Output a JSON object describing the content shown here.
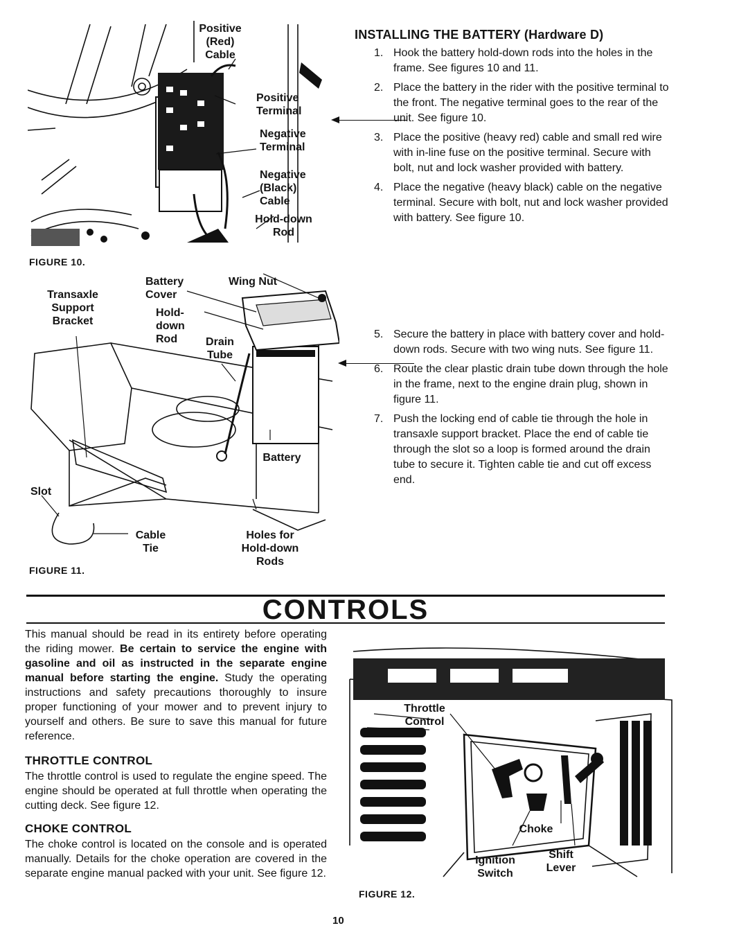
{
  "figure10": {
    "caption": "FIGURE 10.",
    "labels": {
      "positive_red_cable": "Positive (Red) Cable",
      "positive_terminal": "Positive Terminal",
      "negative_terminal": "Negative Terminal",
      "negative_black_cable": "Negative (Black) Cable",
      "hold_down_rod": "Hold-down Rod"
    }
  },
  "figure11": {
    "caption": "FIGURE 11.",
    "labels": {
      "transaxle_support_bracket": "Transaxle Support Bracket",
      "battery_cover": "Battery Cover",
      "wing_nut": "Wing Nut",
      "hold_down_rod": "Hold- down Rod",
      "drain_tube": "Drain Tube",
      "battery": "Battery",
      "slot": "Slot",
      "cable_tie": "Cable Tie",
      "holes_for_hold_down_rods": "Holes for Hold-down Rods"
    }
  },
  "installing": {
    "title": "INSTALLING THE BATTERY (Hardware D)",
    "steps": [
      {
        "num": "1.",
        "text": "Hook the battery hold-down rods into the holes in the frame. See figures 10 and 11."
      },
      {
        "num": "2.",
        "text": "Place the battery in the rider with the positive terminal to the front. The negative terminal goes to the rear of the unit. See figure 10."
      },
      {
        "num": "3.",
        "text": "Place the positive (heavy red) cable and small red wire with in-line fuse on the positive terminal. Secure with bolt, nut and lock washer provided with battery."
      },
      {
        "num": "4.",
        "text": "Place the negative (heavy black) cable on the negative terminal. Secure with bolt, nut and lock washer provided with battery. See figure 10."
      },
      {
        "num": "5.",
        "text": "Secure the battery in place with battery cover and hold-down rods. Secure with two wing nuts. See figure 11."
      },
      {
        "num": "6.",
        "text": "Route the clear plastic drain tube down through the hole in the frame, next to the engine drain plug, shown in figure 11."
      },
      {
        "num": "7.",
        "text": "Push the locking end of cable tie through the hole in transaxle support bracket. Place the end of cable tie through the slot so a loop is formed around the drain tube to secure it. Tighten cable tie and cut off excess end."
      }
    ]
  },
  "controls": {
    "title": "CONTROLS",
    "intro_plain_1": "This manual should be read in its entirety before operating the riding mower. ",
    "intro_bold": "Be certain to service the engine with gasoline and oil as instructed in the separate engine manual before starting the engine.",
    "intro_plain_2": " Study the operating instructions and safety precautions thoroughly to insure proper functioning of your mower and to prevent injury to yourself and others. Be sure to save this manual for future reference.",
    "throttle_title": "THROTTLE CONTROL",
    "throttle_text": "The throttle control is used to regulate the engine speed. The engine should be operated at full throttle when operating the cutting deck. See figure 12.",
    "choke_title": "CHOKE CONTROL",
    "choke_text": "The choke control is located on the console and is operated manually. Details for the choke operation are covered in the separate engine manual packed with your unit. See figure 12."
  },
  "figure12": {
    "caption": "FIGURE 12.",
    "labels": {
      "throttle_control": "Throttle Control",
      "choke": "Choke",
      "ignition_switch": "Ignition Switch",
      "shift_lever": "Shift Lever"
    }
  },
  "page_number": "10"
}
